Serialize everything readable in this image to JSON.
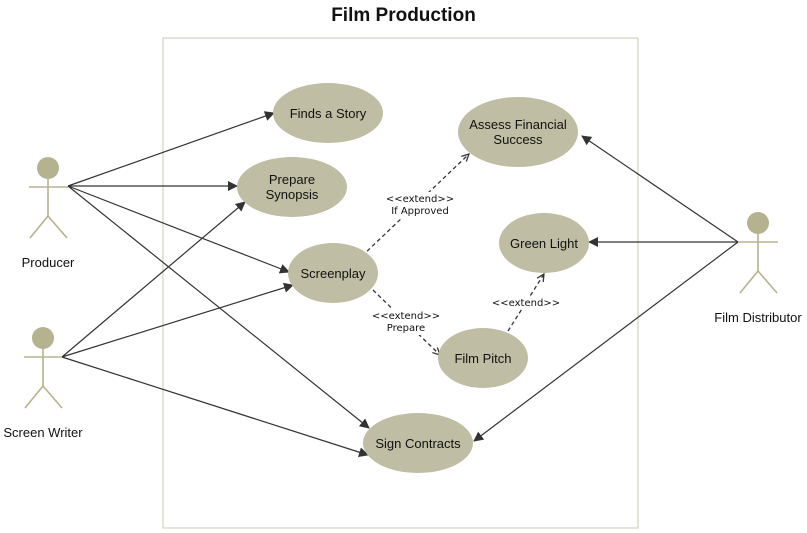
{
  "title": "Film Production",
  "colors": {
    "usecase_fill": "#bfbda3",
    "actor": "#b5b38f",
    "line": "#333333",
    "boundary": "#c8c8b0"
  },
  "actors": {
    "producer": "Producer",
    "screen_writer": "Screen Writer",
    "film_distributor": "Film Distributor"
  },
  "usecases": {
    "finds_story": "Finds a Story",
    "prepare_synopsis": [
      "Prepare",
      "Synopsis"
    ],
    "screenplay": "Screenplay",
    "assess_financial": [
      "Assess Financial",
      "Success"
    ],
    "green_light": "Green Light",
    "film_pitch": "Film Pitch",
    "sign_contracts": "Sign Contracts"
  },
  "relations": {
    "extend_assess": {
      "stereotype": "<<extend>>",
      "condition": "If Approved"
    },
    "extend_pitch": {
      "stereotype": "<<extend>>",
      "condition": "Prepare"
    },
    "extend_green": {
      "stereotype": "<<extend>>"
    }
  }
}
